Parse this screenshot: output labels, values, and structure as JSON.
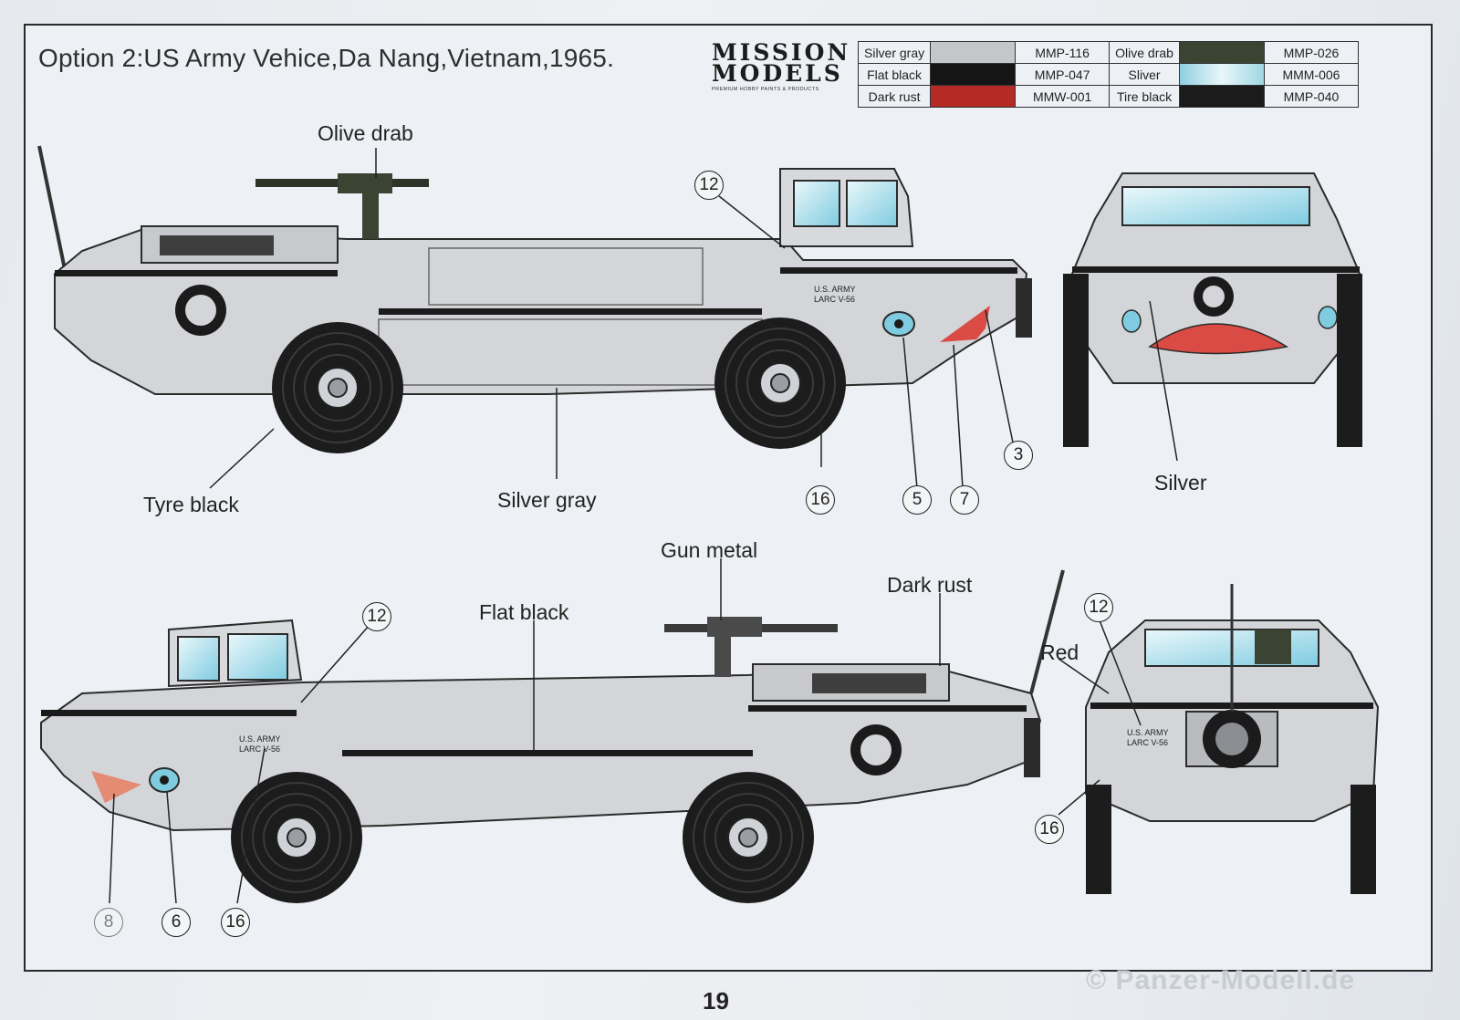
{
  "title": "Option 2:US Army Vehice,Da Nang,Vietnam,1965.",
  "logo": {
    "line1": "MISSION",
    "line2": "MODELS",
    "tagline": "PREMIUM HOBBY PAINTS & PRODUCTS"
  },
  "paints": [
    {
      "name": "Silver gray",
      "code": "MMP-116",
      "color": "#c4c6c9"
    },
    {
      "name": "Flat black",
      "code": "MMP-047",
      "color": "#151515"
    },
    {
      "name": "Dark rust",
      "code": "MMW-001",
      "color": "#b52a24"
    },
    {
      "name": "Olive drab",
      "code": "MMP-026",
      "color": "#3b4332"
    },
    {
      "name": "Sliver",
      "code": "MMM-006",
      "color": "#b9e4ee"
    },
    {
      "name": "Tire black",
      "code": "MMP-040",
      "color": "#1b1b1b"
    }
  ],
  "callouts": {
    "olive_drab": "Olive drab",
    "tyre_black": "Tyre black",
    "silver_gray": "Silver gray",
    "silver": "Silver",
    "gun_metal": "Gun metal",
    "flat_black": "Flat black",
    "dark_rust": "Dark rust",
    "red": "Red"
  },
  "markings": {
    "hull_text_1": "U.S. ARMY",
    "hull_text_2": "LARC V-56"
  },
  "decals": {
    "top": [
      "12",
      "16",
      "5",
      "7",
      "3"
    ],
    "bottom": [
      "12",
      "8",
      "6",
      "16"
    ],
    "rear": [
      "12",
      "16"
    ]
  },
  "page_number": "19",
  "watermark": "© Panzer-Modell.de"
}
